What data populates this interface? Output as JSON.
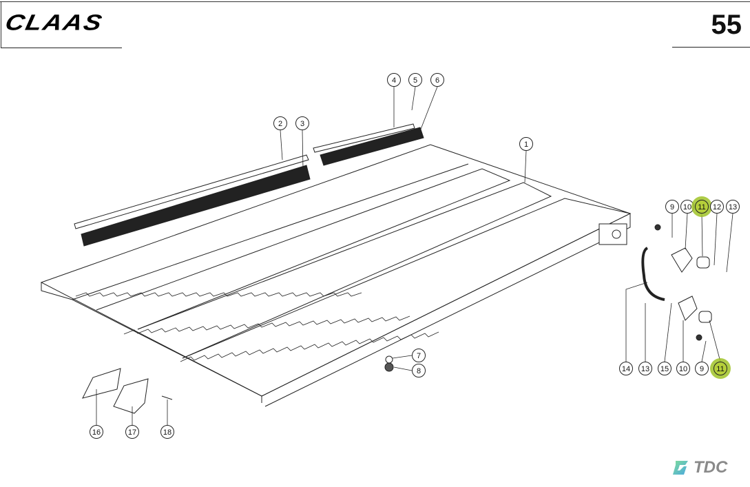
{
  "header": {
    "brand": "CLAAS",
    "page_number": "55"
  },
  "callouts": {
    "c1": "1",
    "c2": "2",
    "c3": "3",
    "c4": "4",
    "c5": "5",
    "c6": "6",
    "c7": "7",
    "c8": "8",
    "c9a": "9",
    "c10a": "10",
    "c11a": "11",
    "c12": "12",
    "c13a": "13",
    "c14": "14",
    "c13b": "13",
    "c15": "15",
    "c10b": "10",
    "c9b": "9",
    "c11b": "11",
    "c16": "16",
    "c17": "17",
    "c18": "18"
  },
  "highlight_color": "#b5cf3a",
  "watermark": {
    "text": "TDC"
  }
}
